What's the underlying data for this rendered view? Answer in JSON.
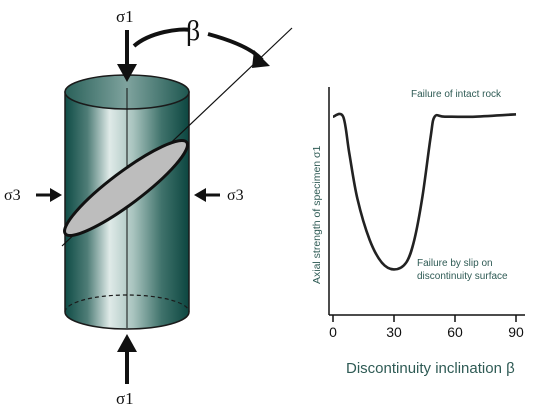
{
  "labels": {
    "sigma1_top": "σ1",
    "sigma1_bottom": "σ1",
    "sigma3_left": "σ3",
    "sigma3_right": "σ3",
    "beta": "β",
    "y_axis_label": "Axial strength of specimen σ1",
    "x_axis_label": "Discontinuity inclination β",
    "annotation_intact": "Failure of intact rock",
    "annotation_slip_line1": "Failure by slip on",
    "annotation_slip_line2": "discontinuity surface"
  },
  "colors": {
    "cylinder_dark": "#0e4a44",
    "cylinder_light": "#e9f1ef",
    "ellipse_fill": "#bdbdbd",
    "text_teal": "#2f5b55",
    "ink": "#111111"
  },
  "chart_data": {
    "type": "line",
    "x": [
      0,
      5,
      8,
      12,
      18,
      24,
      30,
      36,
      40,
      44,
      48,
      50,
      55,
      70,
      90
    ],
    "y": [
      0.87,
      0.87,
      0.71,
      0.51,
      0.33,
      0.23,
      0.2,
      0.23,
      0.33,
      0.52,
      0.78,
      0.87,
      0.87,
      0.87,
      0.88
    ],
    "xticks": [
      "0",
      "30",
      "60",
      "90"
    ],
    "xlim": [
      0,
      90
    ],
    "ylim": [
      0,
      1
    ],
    "xlabel": "Discontinuity inclination β",
    "ylabel": "Axial strength of specimen σ1",
    "grid": false
  }
}
